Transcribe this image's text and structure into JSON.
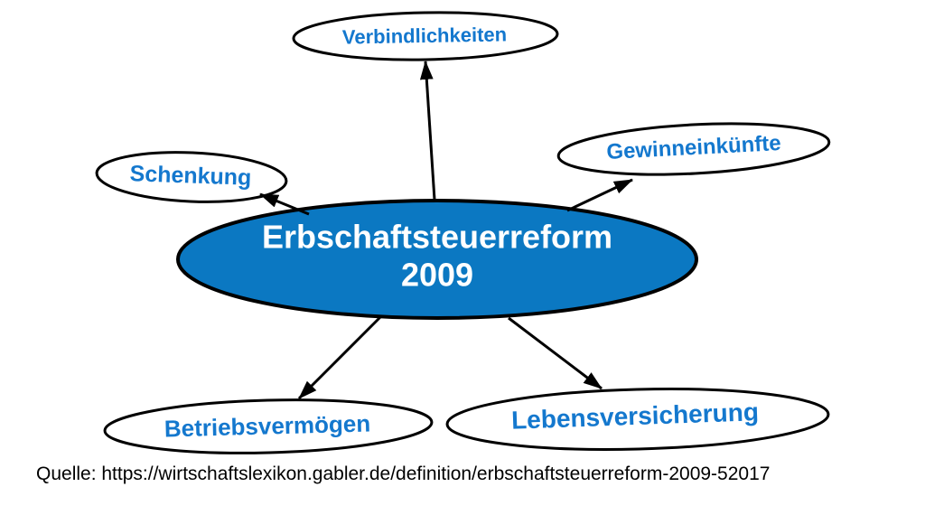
{
  "diagram": {
    "center_node": {
      "label_lines": [
        "Erbschaftsteuerreform",
        "2009"
      ],
      "fill_color": "#0B78C2",
      "text_color": "#FFFFFF"
    },
    "satellite_nodes": [
      {
        "id": "verbindlichkeiten",
        "label": "Verbindlichkeiten"
      },
      {
        "id": "schenkung",
        "label": "Schenkung"
      },
      {
        "id": "gewinneinkuenfte",
        "label": "Gewinneinkünfte"
      },
      {
        "id": "betriebsvermoegen",
        "label": "Betriebsvermögen"
      },
      {
        "id": "lebensversicherung",
        "label": "Lebensversicherung"
      }
    ],
    "styles": {
      "satellite_text_color": "#1478CE",
      "outline_color": "#000000",
      "background_color": "#FFFFFF"
    },
    "source_caption": "Quelle: https://wirtschaftslexikon.gabler.de/definition/erbschaftsteuerreform-2009-52017"
  }
}
